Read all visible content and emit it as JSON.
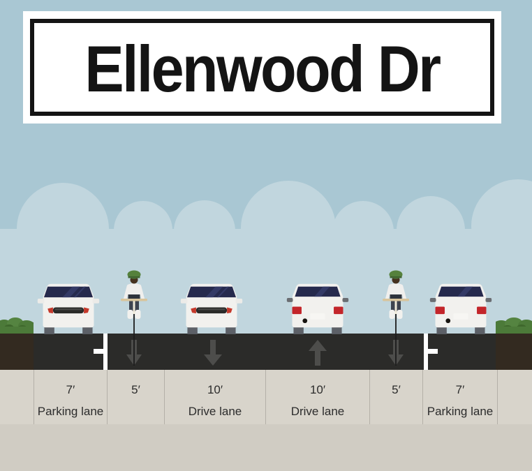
{
  "street_sign": {
    "name": "Ellenwood Dr"
  },
  "lanes": [
    {
      "width_label": "7′",
      "name_label": "Parking lane",
      "direction": "none",
      "contains": "parked-car-front-view",
      "marking": "parking-T-left"
    },
    {
      "width_label": "5′",
      "name_label": "",
      "direction": "down",
      "contains": "cyclist"
    },
    {
      "width_label": "10′",
      "name_label": "Drive lane",
      "direction": "down",
      "contains": "car-front-view"
    },
    {
      "width_label": "10′",
      "name_label": "Drive lane",
      "direction": "up",
      "contains": "car-rear-view"
    },
    {
      "width_label": "5′",
      "name_label": "",
      "direction": "down",
      "contains": "cyclist"
    },
    {
      "width_label": "7′",
      "name_label": "Parking lane",
      "direction": "none",
      "contains": "parked-car-rear-view",
      "marking": "parking-T-right"
    }
  ],
  "scenery": {
    "left_edge": "grass-and-dirt-planter",
    "right_edge": "grass-and-dirt-planter",
    "sky": "clouds"
  },
  "colors": {
    "sky": "#a9c7d3",
    "cloud": "#c1d6de",
    "sign_background": "#ffffff",
    "sign_border": "#141414",
    "road": "#2b2b29",
    "arrow": "#4d4d4b",
    "lane_marking": "#ffffff",
    "label_strip": "#d8d4cb",
    "label_divider": "#b4b0a8",
    "lower_background": "#d0ccc3",
    "dirt": "#332a20",
    "grass": "#4c7a39",
    "car_body": "#f2f1ee",
    "windshield": "#262a4d",
    "tail_light": "#c3252a",
    "turn_signal": "#c5392b",
    "label_text": "#2c2c2c"
  }
}
